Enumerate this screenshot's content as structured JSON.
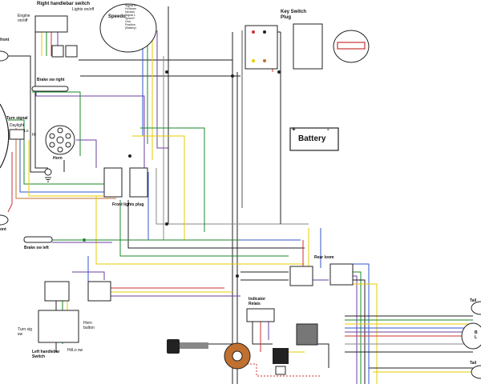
{
  "labels": {
    "right_handlebar_switch": "Right handlebar switch",
    "lights_on_off": "Lights on/off",
    "engine_on_off": "Engine on/off",
    "speedo": "Speedo",
    "speedo_pins": "Signal R\nHi Beam\nNeutral\nSignal L\nSpeed?\nGnd\nPosition\n(Battery)",
    "key_switch_plug": "Key Switch Plug",
    "front_top": "front",
    "brake_sw_right": "Brake sw right",
    "turn_signal": "Turn signal",
    "daylight": "Daylight",
    "lo": "Lo",
    "hi": "HI",
    "horn": "Horn",
    "battery": "Battery",
    "battery_plus": "+",
    "battery_minus": "-",
    "front_lights_plug": "Front lights plug",
    "front_bottom": "ont",
    "brake_sw_left": "Brake sw left",
    "rear_loom": "Rear loom",
    "indicator_relais": "Indicator Relais",
    "turn_sig_sw": "Turn sig sw",
    "horn_button": "Horn button",
    "hi_lo_sw": "Hi/Lo sw",
    "left_handlebar_switch": "Left handlebar Switch",
    "tail_top": "Tail",
    "tail_bottom": "Tail",
    "right_edge_mid": "B L"
  }
}
